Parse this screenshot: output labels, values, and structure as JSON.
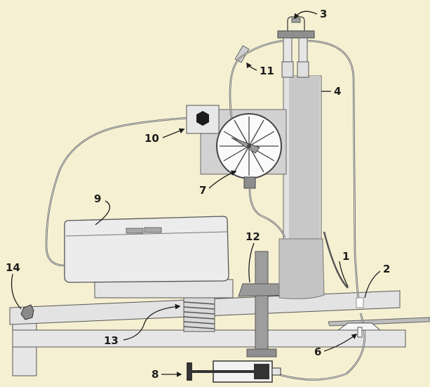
{
  "diagram": {
    "labels": {
      "l1": "1",
      "l2": "2",
      "l3": "3",
      "l4": "4",
      "l6": "6",
      "l7": "7",
      "l8": "8",
      "l9": "9",
      "l10": "10",
      "l11": "11",
      "l12": "12",
      "l13": "13",
      "l14": "14"
    },
    "colors": {
      "background": "#f6f0d2",
      "light_gray": "#e8e8e8",
      "mid_gray": "#c6c6c6",
      "dark_gray": "#a9a9a9",
      "tube": "#d9d9d9",
      "outline": "#333333"
    },
    "icons": [
      "hexagon-nut-icon",
      "gauge-dial-icon",
      "spring-icon",
      "syringe-icon"
    ]
  }
}
